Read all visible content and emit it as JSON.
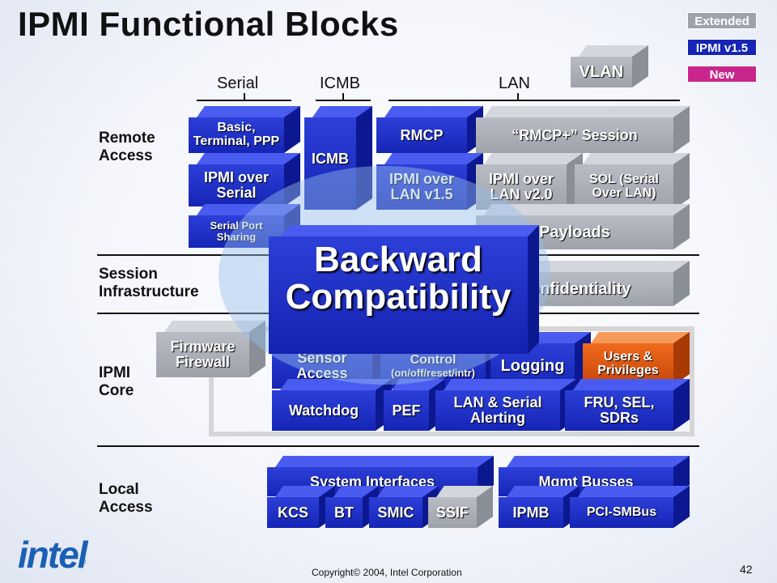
{
  "title": "IPMI Functional Blocks",
  "legend": {
    "extended": "Extended",
    "ipmi15": "IPMI v1.5",
    "new": "New",
    "colors": {
      "extended": "#9ea2ab",
      "ipmi15": "#1525b5",
      "new": "#c8268c"
    }
  },
  "columns": {
    "serial": "Serial",
    "icmb": "ICMB",
    "lan": "LAN"
  },
  "rows": {
    "remote": [
      "Remote",
      "Access"
    ],
    "session": [
      "Session",
      "Infrastructure"
    ],
    "core": [
      "IPMI",
      "Core"
    ],
    "local": [
      "Local",
      "Access"
    ]
  },
  "blocks": {
    "vlan": "VLAN",
    "basic": [
      "Basic,",
      "Terminal, PPP"
    ],
    "ipmi_serial": [
      "IPMI over",
      "Serial"
    ],
    "serial_port": [
      "Serial Port",
      "Sharing"
    ],
    "icmb": "ICMB",
    "rmcp": "RMCP",
    "rmcp_plus": "“RMCP+” Session",
    "lan15": [
      "IPMI over",
      "LAN v1.5"
    ],
    "lan20": [
      "IPMI over",
      "LAN v2.0"
    ],
    "sol": [
      "SOL (Serial",
      "Over LAN)"
    ],
    "payloads": "Payloads",
    "confidentiality": "Confidentiality",
    "firmware": [
      "Firmware",
      "Firewall"
    ],
    "sensor": [
      "Sensor",
      "Access"
    ],
    "control": [
      "Control",
      "(on/off/reset/intr)"
    ],
    "logging": "Logging",
    "users": [
      "Users &",
      "Privileges"
    ],
    "watchdog": "Watchdog",
    "pef": "PEF",
    "alerting": [
      "LAN & Serial",
      "Alerting"
    ],
    "fru": [
      "FRU, SEL,",
      "SDRs"
    ],
    "sysif": "System Interfaces",
    "kcs": "KCS",
    "bt": "BT",
    "smic": "SMIC",
    "ssif": "SSIF",
    "mgmt": "Mgmt Busses",
    "ipmb": "IPMB",
    "pcismbus": "PCI-SMBus"
  },
  "overlay": [
    "Backward",
    "Compatibility"
  ],
  "footer": {
    "logo": "intel",
    "copyright": "Copyright© 2004, Intel Corporation",
    "page": "42"
  }
}
